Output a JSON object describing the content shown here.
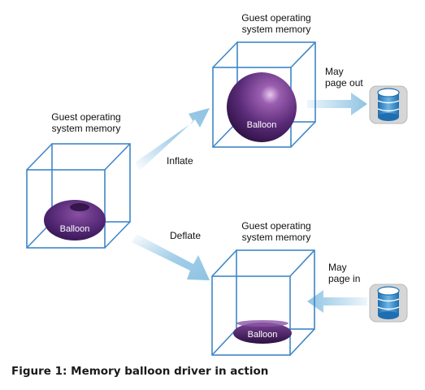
{
  "labels": {
    "memory_line1": "Guest operating",
    "memory_line2": "system memory",
    "balloon": "Balloon",
    "inflate": "Inflate",
    "deflate": "Deflate",
    "page_out_line1": "May",
    "page_out_line2": "page out",
    "page_in_line1": "May",
    "page_in_line2": "page in"
  },
  "caption": "Figure 1: Memory balloon driver in action",
  "colors": {
    "cube_edge": "#3f86c8",
    "balloon": "#4a2266",
    "arrow": "#8fc3e3",
    "disk_body": "#3a8fd0",
    "disk_frame": "#cfcfcf"
  }
}
